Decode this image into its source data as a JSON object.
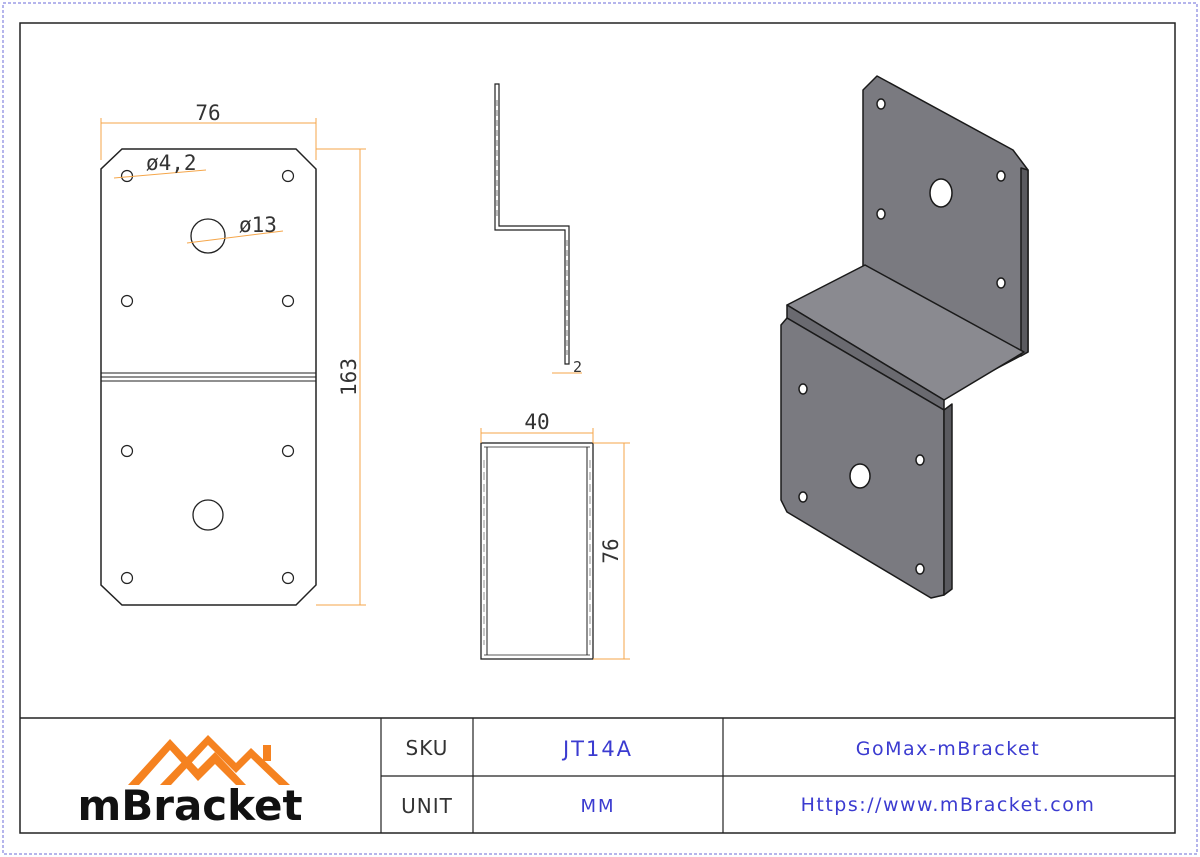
{
  "dimensions": {
    "plate_width": "76",
    "small_hole": "ø4,2",
    "large_hole": "ø13",
    "plate_height": "163",
    "thickness": "2",
    "top_width": "40",
    "top_depth": "76"
  },
  "title_block": {
    "logo_text": "mBracket",
    "sku_label": "SKU",
    "sku_value": "JT14A",
    "unit_label": "UNIT",
    "unit_value": "MM",
    "company": "GoMax-mBracket",
    "website": "Https://www.mBracket.com"
  },
  "colors": {
    "dimension_line": "#f5a64a",
    "text_value": "#3b3bd0",
    "logo_orange": "#f58220",
    "frame_blue": "#6b6bd8",
    "part_fill": "#7a7a80"
  }
}
